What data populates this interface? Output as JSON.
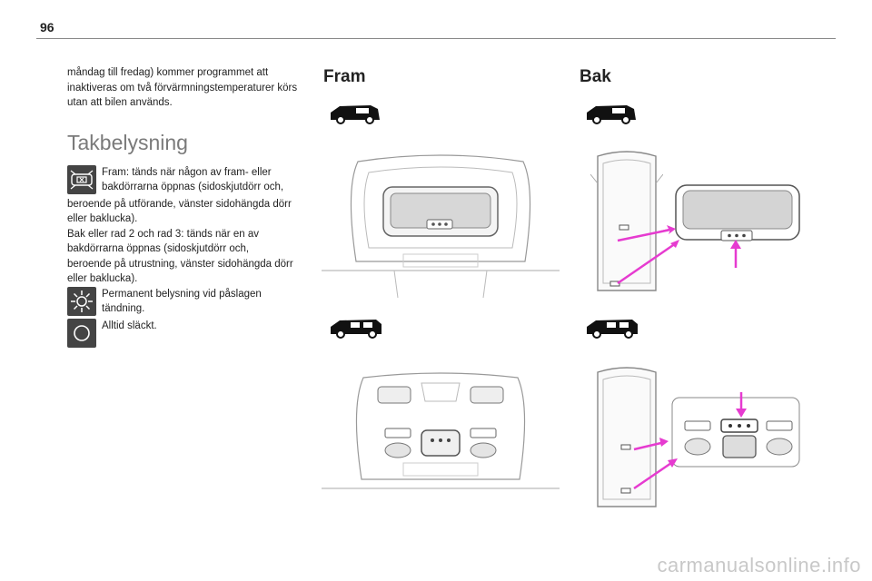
{
  "page": {
    "number": "96"
  },
  "intro": "måndag till fredag) kommer programmet att inaktiveras om två förvärmningstemperaturer körs utan att bilen används.",
  "section": {
    "title": "Takbelysning",
    "modes": [
      {
        "icon": "door-courtesy-light-icon",
        "lines": [
          "Fram: tänds när någon av fram- eller",
          "bakdörrarna öppnas (sidoskjutdörr och,"
        ],
        "continuation": [
          "beroende på utförande, vänster sidohängda dörr",
          "eller baklucka).",
          "Bak eller rad 2 och rad 3: tänds när en av",
          "bakdörrarna öppnas (sidoskjutdörr och,",
          "beroende på utrustning, vänster sidohängda dörr",
          "eller baklucka)."
        ]
      },
      {
        "icon": "sun-light-on-icon",
        "lines": [
          "Permanent belysning vid påslagen",
          "tändning."
        ]
      },
      {
        "icon": "circle-light-off-icon",
        "lines": [
          "Alltid släckt."
        ]
      }
    ]
  },
  "figures": {
    "front_title": "Fram",
    "rear_title": "Bak"
  },
  "colors": {
    "accent_arrow": "#e63bd0",
    "icon_bg": "#444444"
  },
  "footer": "carmanualsonline.info"
}
